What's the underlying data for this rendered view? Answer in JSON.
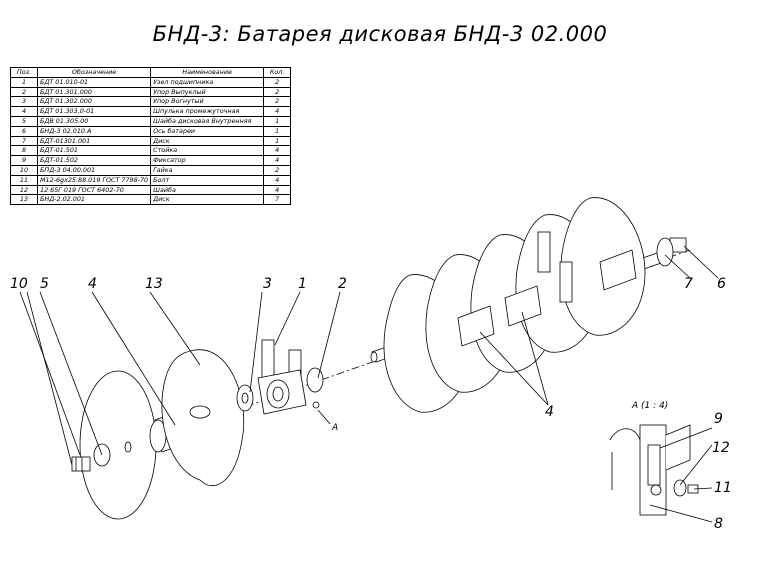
{
  "title": "БНД-3: Батарея дисковая БНД-3 02.000",
  "table": {
    "headers": [
      "Поз.",
      "Обозначение",
      "Наименование",
      "Кол."
    ],
    "rows": [
      [
        "1",
        "БДТ 01.010-01",
        "Узел подшипника",
        "2"
      ],
      [
        "2",
        "БДТ 01.301.000",
        "Упор Выпуклый",
        "2"
      ],
      [
        "3",
        "БДТ 01.302.000",
        "Упор Вогнутый",
        "2"
      ],
      [
        "4",
        "БДТ 01.303.0-01",
        "Шпулька промежуточная",
        "4"
      ],
      [
        "5",
        "БДВ 01.305.00",
        "Шайба дисковая Внутренняя",
        "1"
      ],
      [
        "6",
        "БНД-3 02.010.А",
        "Ось батареи",
        "1"
      ],
      [
        "7",
        "БДТ-01301.001",
        "Диск",
        "1"
      ],
      [
        "8",
        "БДТ-01.501",
        "Стойка",
        "4"
      ],
      [
        "9",
        "БДТ-01.502",
        "Фиксатор",
        "4"
      ],
      [
        "10",
        "БПД-3 04.00.001",
        "Гайка",
        "2"
      ],
      [
        "11",
        "М12-6gх25.88.019 ГОСТ 7798-70",
        "Болт",
        "4"
      ],
      [
        "12",
        "12 65Г 019 ГОСТ 6402-70",
        "Шайба",
        "4"
      ],
      [
        "13",
        "БНД-2.02.001",
        "Диск",
        "7"
      ]
    ]
  },
  "callouts": {
    "n10": "10",
    "n5": "5",
    "n4a": "4",
    "n13": "13",
    "n3": "3",
    "n1": "1",
    "n2": "2",
    "n7": "7",
    "n6": "6",
    "n4b": "4",
    "nA": "A",
    "detail_label": "A (1 : 4)",
    "n9": "9",
    "n12": "12",
    "n11": "11",
    "n8": "8"
  }
}
